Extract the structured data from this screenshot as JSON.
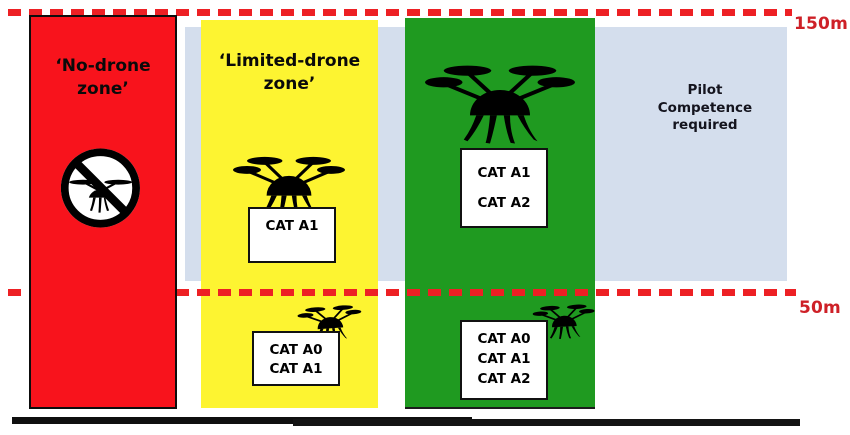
{
  "labels": {
    "altitude_top": "150m",
    "altitude_mid": "50m"
  },
  "zones": {
    "no_drone": {
      "title_line1": "‘No-drone",
      "title_line2": "zone’"
    },
    "limited_drone": {
      "title_line1": "‘Limited-drone",
      "title_line2": "zone’",
      "upper_box": [
        "CAT A1"
      ],
      "lower_box": [
        "CAT A0",
        "CAT A1"
      ]
    },
    "specific_zone": {
      "upper_box": [
        "CAT A1",
        "CAT A2"
      ],
      "lower_box": [
        "CAT A0",
        "CAT A1",
        "CAT A2"
      ]
    },
    "pilot_competence": {
      "line1": "Pilot",
      "line2": "Competence",
      "line3": "required"
    }
  },
  "colors": {
    "no_drone_zone": "#F8131C",
    "limited_drone_zone": "#FDF431",
    "category_zone_green": "#1F9A20",
    "competence_zone": "#D4DEED",
    "altitude_dash_line": "#ED2024",
    "altitude_label": "#CE2027",
    "ground": "#0F0F0F"
  },
  "icons": {
    "drone": "quadcopter-silhouette",
    "no_drone_sign": "prohibition-circle-over-drone"
  }
}
